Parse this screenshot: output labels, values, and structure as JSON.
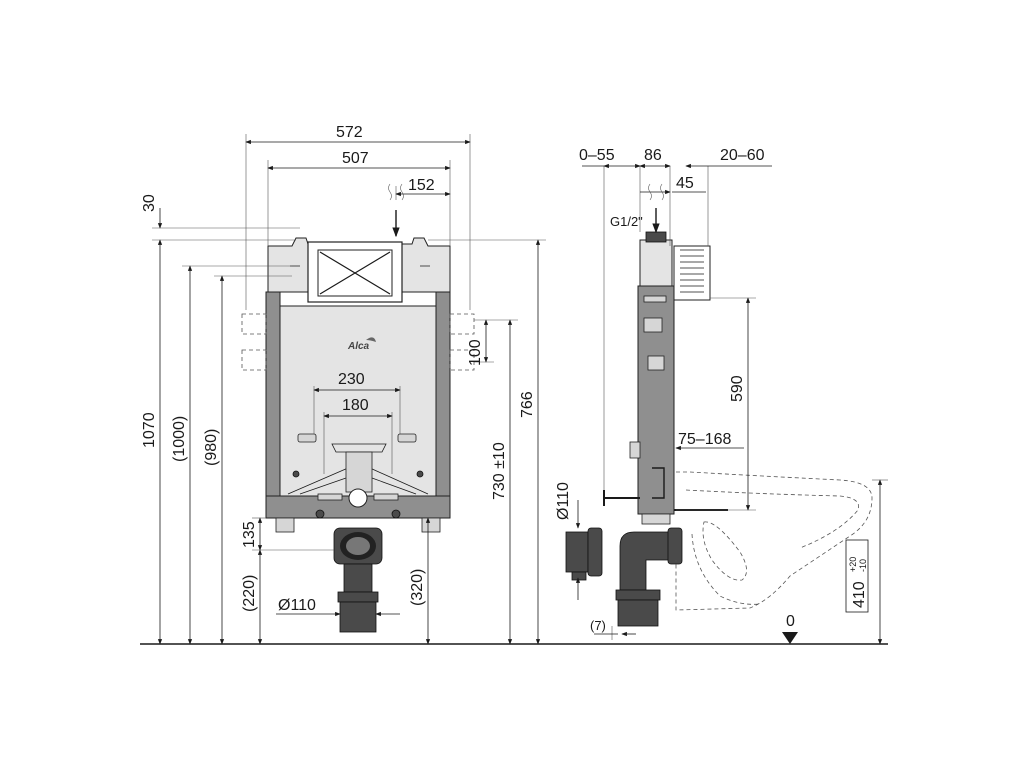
{
  "colors": {
    "frame": "#8f8f8f",
    "tank": "#e4e4e4",
    "ink": "#1a1a1a",
    "pipe": "#4a4a4a"
  },
  "front_view": {
    "width_overall": "572",
    "width_frame": "507",
    "offset_inlet": "152",
    "offset_top": "30",
    "height_total": "1070",
    "height_1000": "(1000)",
    "height_980": "(980)",
    "height_766": "766",
    "height_730": "730 ±10",
    "spacing_100": "100",
    "bolt_230": "230",
    "bolt_180": "180",
    "drop_135": "135",
    "drop_220": "(220)",
    "drop_320": "(320)",
    "pipe_dia": "Ø110",
    "logo": "Alca"
  },
  "side_view": {
    "depth_0_55": "0–55",
    "depth_86": "86",
    "depth_20_60": "20–60",
    "depth_45": "45",
    "inlet": "G1/2\"",
    "height_590": "590",
    "range_75_168": "75–168",
    "pipe_dia": "Ø110",
    "offset_7": "(7)",
    "zero": "0",
    "height_410": "410",
    "tol_plus": "+20",
    "tol_minus": "-10"
  }
}
